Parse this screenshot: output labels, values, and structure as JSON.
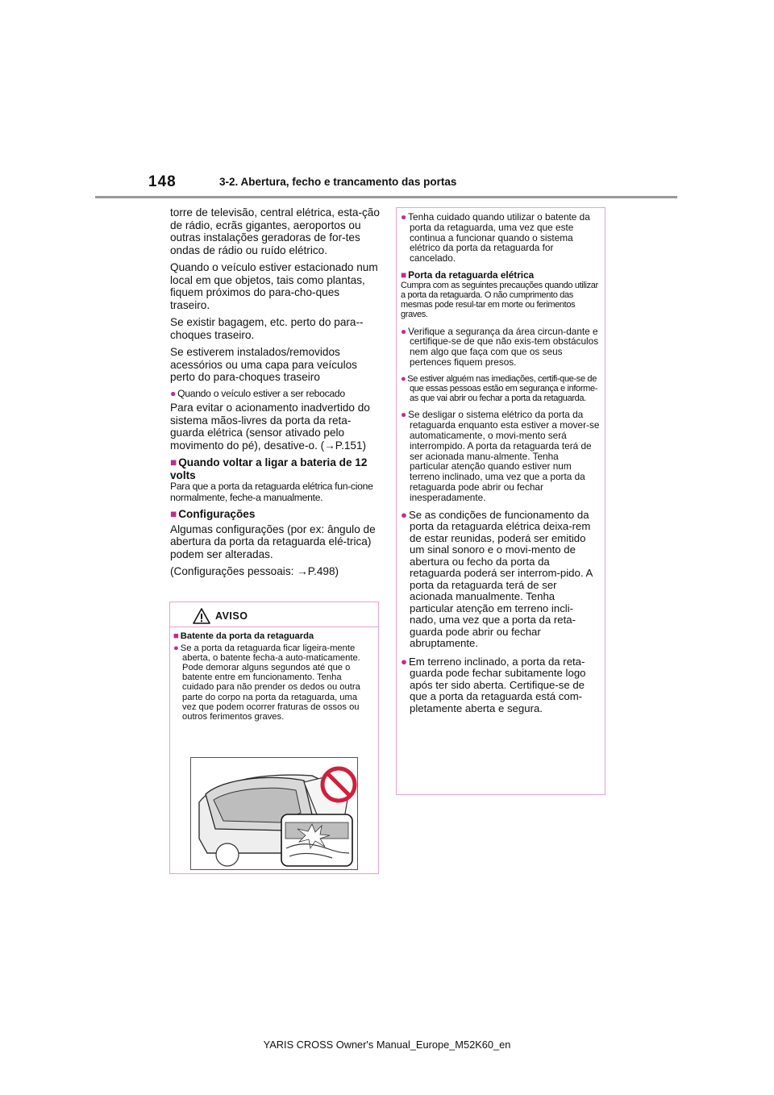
{
  "header": {
    "page_number": "148",
    "section": "3-2. Abertura, fecho e trancamento das portas"
  },
  "left": {
    "p1": "torre de televisão, central elétrica, esta-ção de rádio, ecrãs gigantes, aeroportos ou outras instalações geradoras de for-tes ondas de rádio ou ruído elétrico.",
    "p2": "Quando o veículo estiver estacionado num local em que objetos, tais como plantas, fiquem próximos do para-cho-ques traseiro.",
    "p3": "Se existir bagagem, etc. perto do para--choques traseiro.",
    "p4": "Se estiverem instalados/removidos acessórios ou uma capa para veículos perto do para-choques traseiro",
    "tow_heading": "Quando o veículo estiver a ser rebocado",
    "tow_text": "Para evitar o acionamento inadvertido do sistema mãos-livres da porta da reta-guarda elétrica (sensor ativado pelo movimento do pé), desative-o. (→P.151)",
    "battery_heading": "Quando voltar a ligar a bateria de 12 volts",
    "battery_text": "Para que a porta da retaguarda elétrica fun-cione normalmente, feche-a manualmente.",
    "config_heading": "Configurações",
    "config_text": "Algumas configurações (por ex: ângulo de abertura da porta da retaguarda elé-trica) podem ser alteradas.",
    "config_ref": "(Configurações pessoais: →P.498)"
  },
  "aviso": {
    "title": "AVISO",
    "heading": "Batente da porta da retaguarda",
    "text": "Se a porta da retaguarda ficar ligeira-mente aberta, o batente fecha-a auto-maticamente. Pode demorar alguns segundos até que o batente entre em funcionamento. Tenha cuidado para não prender os dedos ou outra parte do corpo na porta da retaguarda, uma vez que podem ocorrer fraturas de ossos ou outros ferimentos graves."
  },
  "right": {
    "b1": "Tenha cuidado quando utilizar o batente da porta da retaguarda, uma vez que este continua a funcionar quando o sistema elétrico da porta da retaguarda for cancelado.",
    "heading": "Porta da retaguarda elétrica",
    "intro": "Cumpra com as seguintes precauções quando utilizar a porta da retaguarda. O não cumprimento das mesmas pode resul-tar em morte ou ferimentos graves.",
    "b2": "Verifique a segurança da área circun-dante e certifique-se de que não exis-tem obstáculos nem algo que faça com que os seus pertences fiquem presos.",
    "b3": "Se estiver alguém nas imediações, certifi-que-se de que essas pessoas estão em segurança e informe-as que vai abrir ou fechar a porta da retaguarda.",
    "b4": "Se desligar o sistema elétrico da porta da retaguarda enquanto esta estiver a mover-se automaticamente, o movi-mento será interrompido. A porta da retaguarda terá de ser acionada manu-almente. Tenha particular atenção quando estiver num terreno inclinado, uma vez que a porta da retaguarda pode abrir ou fechar inesperadamente.",
    "b5": "Se as condições de funcionamento da porta da retaguarda elétrica deixa-rem de estar reunidas, poderá ser emitido um sinal sonoro e o movi-mento de abertura ou fecho da porta da retaguarda poderá ser interrom-pido. A porta da retaguarda terá de ser acionada manualmente. Tenha particular atenção em terreno incli-nado, uma vez que a porta da reta-guarda pode abrir ou fechar abruptamente.",
    "b6": "Em terreno inclinado, a porta da reta-guarda pode fechar subitamente logo após ter sido aberta. Certifique-se de que a porta da retaguarda está com-pletamente aberta e segura."
  },
  "footer": "YARIS CROSS Owner's Manual_Europe_M52K60_en",
  "colors": {
    "accent": "#c02a91",
    "box_border": "#e4a3cf",
    "rule": "#9a9a9a"
  }
}
